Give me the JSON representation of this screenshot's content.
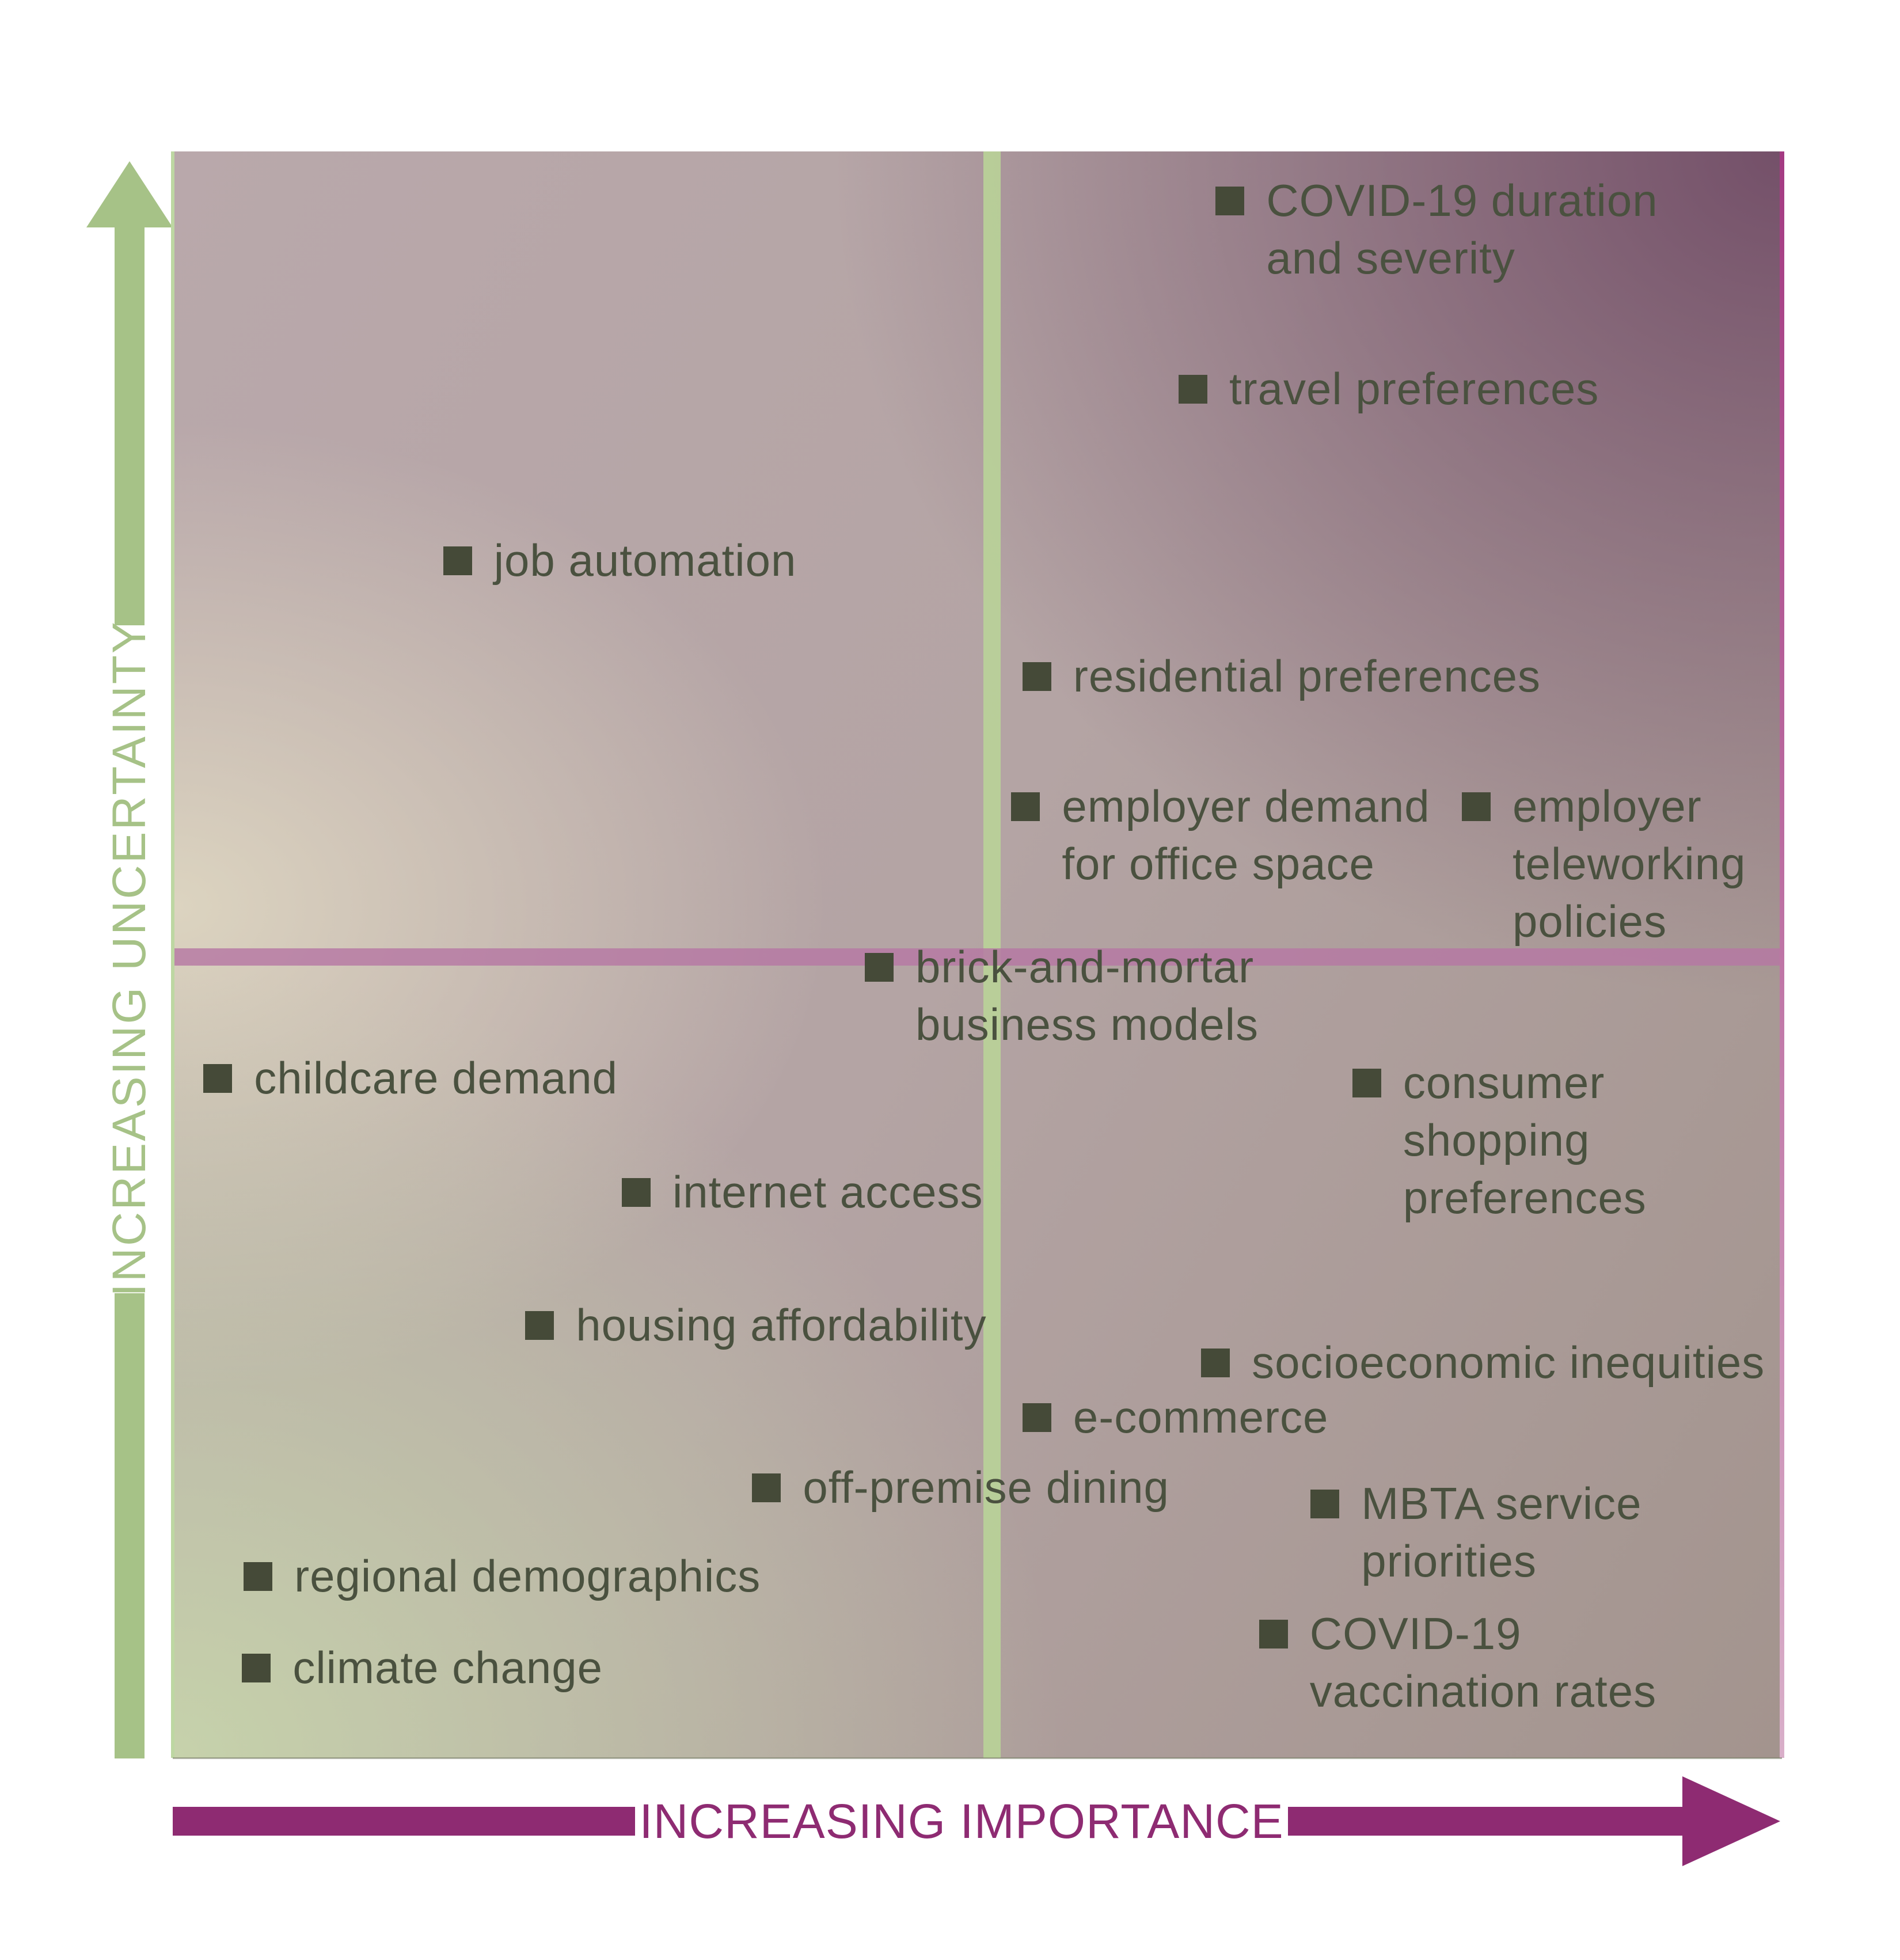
{
  "axes": {
    "y_label": "INCREASING UNCERTAINTY",
    "x_label": "INCREASING IMPORTANCE"
  },
  "colors": {
    "axis-green": "#a6c287",
    "axis-magenta": "#8e2b72",
    "marker": "#454a38",
    "label-text": "#4a513f",
    "line-green": "#bad698",
    "line-purple": "#b678a4",
    "border-left-green": "#bdd7a2",
    "border-right-top": "#a43a82",
    "border-right-bottom": "#d9afc9",
    "bg-top-right": "#745069",
    "bg-bottom-left": "#c6d2ab",
    "bg-left-mid": "#dcd4c0",
    "bg-base-1": "#b9a8ab",
    "bg-base-2": "#a3948e"
  },
  "chart_data": {
    "type": "scatter",
    "xlabel": "INCREASING IMPORTANCE",
    "ylabel": "INCREASING UNCERTAINTY",
    "xlim": [
      0,
      100
    ],
    "ylim": [
      0,
      100
    ],
    "grid": false,
    "marker_shape": "filled-square",
    "quadrant_lines": {
      "vertical_x": 50.9,
      "horizontal_y": 49.85
    },
    "points": [
      {
        "label": "COVID-19 duration and severity",
        "lines": [
          "COVID-19 duration",
          "and severity"
        ],
        "importance": 65.7,
        "uncertainty": 96.9
      },
      {
        "label": "travel preferences",
        "lines": [
          "travel preferences"
        ],
        "importance": 63.4,
        "uncertainty": 85.2
      },
      {
        "label": "job automation",
        "lines": [
          "job automation"
        ],
        "importance": 17.7,
        "uncertainty": 74.5
      },
      {
        "label": "residential preferences",
        "lines": [
          "residential preferences"
        ],
        "importance": 53.7,
        "uncertainty": 67.3
      },
      {
        "label": "employer demand for office space",
        "lines": [
          "employer demand",
          "for office space"
        ],
        "importance": 53.0,
        "uncertainty": 59.2
      },
      {
        "label": "employer teleworking policies",
        "lines": [
          "employer",
          "teleworking",
          "policies"
        ],
        "importance": 81.0,
        "uncertainty": 59.2
      },
      {
        "label": "brick-and-mortar business models",
        "lines": [
          "brick-and-mortar",
          "business models"
        ],
        "importance": 43.9,
        "uncertainty": 49.2
      },
      {
        "label": "childcare demand",
        "lines": [
          "childcare demand"
        ],
        "importance": 2.8,
        "uncertainty": 42.3
      },
      {
        "label": "consumer shopping preferences",
        "lines": [
          "consumer",
          "shopping",
          "preferences"
        ],
        "importance": 74.2,
        "uncertainty": 42.0
      },
      {
        "label": "internet access",
        "lines": [
          "internet access"
        ],
        "importance": 28.8,
        "uncertainty": 35.2
      },
      {
        "label": "housing affordability",
        "lines": [
          "housing affordability"
        ],
        "importance": 22.8,
        "uncertainty": 26.9
      },
      {
        "label": "socioeconomic inequities",
        "lines": [
          "socioeconomic inequities"
        ],
        "importance": 64.8,
        "uncertainty": 24.6
      },
      {
        "label": "e-commerce",
        "lines": [
          "e-commerce"
        ],
        "importance": 53.7,
        "uncertainty": 21.2
      },
      {
        "label": "off-premise dining",
        "lines": [
          "off-premise dining"
        ],
        "importance": 36.9,
        "uncertainty": 16.8
      },
      {
        "label": "MBTA service priorities",
        "lines": [
          "MBTA service",
          "priorities"
        ],
        "importance": 71.6,
        "uncertainty": 15.8
      },
      {
        "label": "regional demographics",
        "lines": [
          "regional demographics"
        ],
        "importance": 5.3,
        "uncertainty": 11.3
      },
      {
        "label": "COVID-19 vaccination rates",
        "lines": [
          "COVID-19",
          "vaccination rates"
        ],
        "importance": 68.4,
        "uncertainty": 7.7
      },
      {
        "label": "climate change",
        "lines": [
          "climate change"
        ],
        "importance": 5.2,
        "uncertainty": 5.6
      }
    ]
  }
}
